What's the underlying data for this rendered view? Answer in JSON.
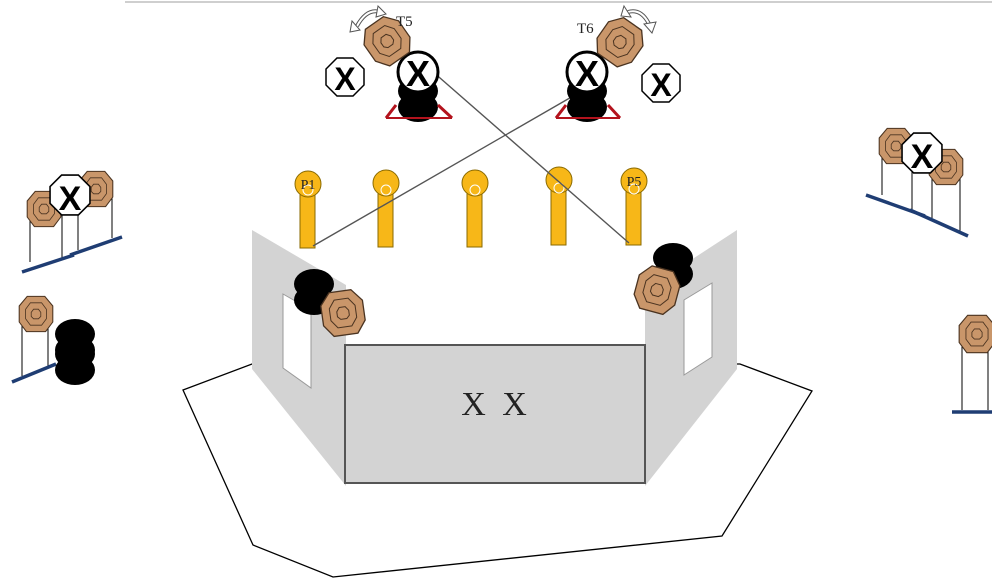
{
  "labels": {
    "target_t5": "T5",
    "target_t6": "T6",
    "popper_p1": "P1",
    "popper_p5": "P5",
    "shooting_box_marks": "X X",
    "no_shoot_mark": "X"
  },
  "colors": {
    "popper": "#f7b718",
    "cardboard_target": "#c9966a",
    "steel_plate": "#000000",
    "wall": "#d3d3d3",
    "target_stand": "#1f3d73",
    "target_stand_red": "#b3131d"
  },
  "icons": [
    "swinger-rotation-arrow-icon",
    "no-shoot-x-icon"
  ]
}
